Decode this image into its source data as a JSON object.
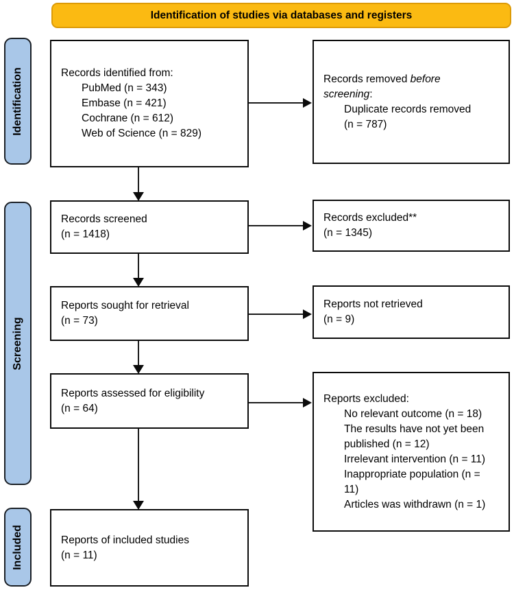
{
  "banner": {
    "label": "Identification of studies via databases and registers"
  },
  "colors": {
    "banner_fill": "#FBBA12",
    "banner_border": "#DC9A06",
    "stage_fill": "#A9C7E8",
    "stage_border": "#1b2026",
    "box_border": "#0b0b0b",
    "text": "#000000"
  },
  "stages": {
    "identification": "Identification",
    "screening": "Screening",
    "included": "Included"
  },
  "boxes": {
    "records_identified": {
      "title": "Records identified from:",
      "items": [
        "PubMed (n = 343)",
        "Embase (n = 421)",
        "Cochrane (n = 612)",
        "Web of Science (n = 829)"
      ]
    },
    "records_removed": {
      "title_prefix": "Records removed ",
      "title_italic": "before screening",
      "title_suffix": ":",
      "items": [
        "Duplicate records removed (n = 787)"
      ]
    },
    "records_screened": {
      "line1": "Records screened",
      "line2": "(n = 1418)"
    },
    "records_excluded": {
      "line1": "Records excluded**",
      "line2": "(n = 1345)"
    },
    "reports_sought": {
      "line1": "Reports sought for retrieval",
      "line2": "(n = 73)"
    },
    "reports_not_retrieved": {
      "line1": "Reports not retrieved",
      "line2": "(n = 9)"
    },
    "reports_assessed": {
      "line1": "Reports assessed for eligibility",
      "line2": "(n = 64)"
    },
    "reports_excluded": {
      "title": "Reports excluded:",
      "items": [
        "No relevant outcome (n = 18)",
        "The results have not yet been published (n = 12)",
        "Irrelevant intervention (n = 11)",
        "Inappropriate population (n = 11)",
        "Articles was withdrawn (n = 1)"
      ]
    },
    "included_studies": {
      "line1": "Reports of included studies",
      "line2": "(n = 11)"
    }
  }
}
